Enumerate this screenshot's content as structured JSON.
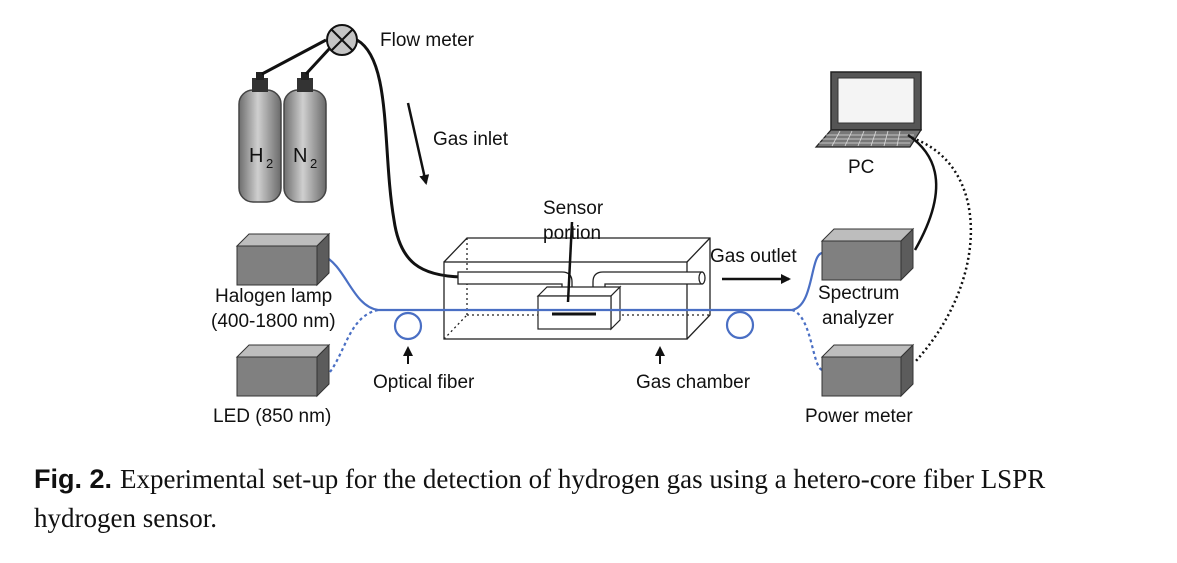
{
  "labels": {
    "flow_meter": "Flow meter",
    "gas_inlet": "Gas inlet",
    "h2": "H",
    "h2_sub": "2",
    "n2": "N",
    "n2_sub": "2",
    "sensor_line1": "Sensor",
    "sensor_line2": "portion",
    "gas_outlet": "Gas outlet",
    "pc": "PC",
    "halogen_line1": "Halogen lamp",
    "halogen_line2": "(400-1800 nm)",
    "spectrum_line1": "Spectrum",
    "spectrum_line2": "analyzer",
    "optical_fiber": "Optical fiber",
    "gas_chamber": "Gas chamber",
    "led": "LED (850 nm)",
    "power_meter": "Power meter"
  },
  "caption": {
    "label": "Fig. 2.",
    "text": "Experimental set-up for the detection of hydrogen gas using a hetero-core fiber LSPR hydrogen sensor."
  },
  "colors": {
    "fiber": "#4a6fc4",
    "device_front": "#7d7d7d",
    "device_top": "#b8b8b8",
    "device_side": "#5c5c5c"
  }
}
